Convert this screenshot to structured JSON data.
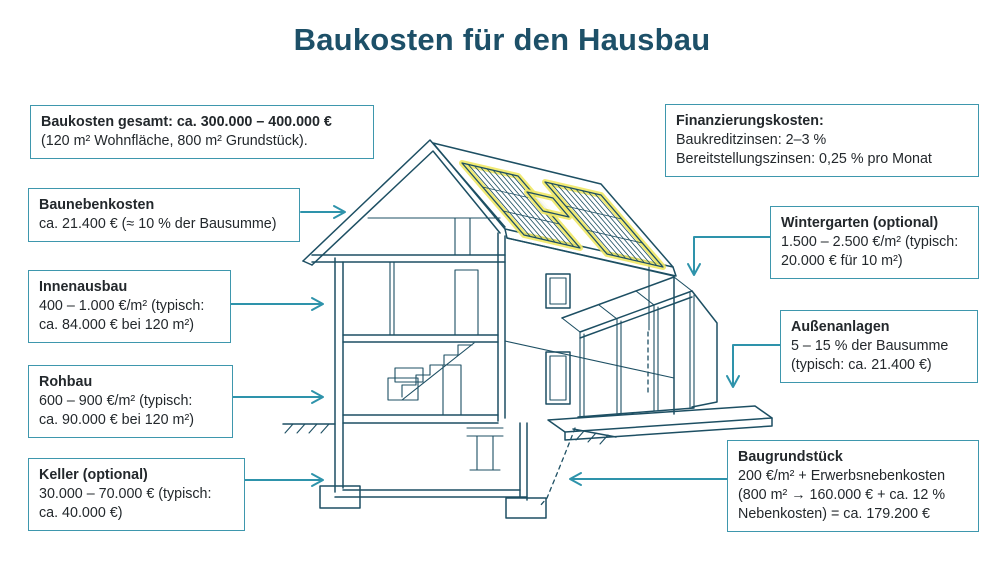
{
  "title": "Baukosten für den Hausbau",
  "colors": {
    "title": "#1d5068",
    "line": "#1d4f63",
    "arrow": "#2e93ab",
    "box_border": "#3e97ad",
    "glow": "#f0e866",
    "text": "#23282c"
  },
  "boxes": {
    "baukosten_gesamt": {
      "title": "Baukosten gesamt: ca. 300.000 – 400.000 €",
      "lines": [
        "(120 m² Wohnfläche, 800 m² Grundstück)."
      ]
    },
    "baunebenkosten": {
      "title": "Baunebenkosten",
      "lines": [
        "ca. 21.400 € (≈ 10 % der Bausumme)"
      ]
    },
    "innenausbau": {
      "title": "Innenausbau",
      "lines": [
        "400 – 1.000 €/m² (typisch:",
        "ca. 84.000 € bei 120 m²)"
      ]
    },
    "rohbau": {
      "title": "Rohbau",
      "lines": [
        "600 – 900 €/m² (typisch:",
        "ca. 90.000 € bei 120 m²)"
      ]
    },
    "keller": {
      "title": "Keller (optional)",
      "lines": [
        "30.000 – 70.000 € (typisch:",
        "ca. 40.000 €)"
      ]
    },
    "finanzierungskosten": {
      "title": "Finanzierungskosten:",
      "lines": [
        "Baukreditzinsen: 2–3 %",
        "Bereitstellungszinsen: 0,25 % pro Monat"
      ]
    },
    "wintergarten": {
      "title": "Wintergarten (optional)",
      "lines": [
        "1.500 – 2.500 €/m² (typisch:",
        "20.000 € für 10 m²)"
      ]
    },
    "aussenanlagen": {
      "title": "Außenanlagen",
      "lines": [
        "5 – 15 % der Bausumme",
        "(typisch: ca. 21.400 €)"
      ]
    },
    "baugrundstueck": {
      "title": "Baugrundstück",
      "lines": [
        "200 €/m² + Erwerbsnebenkosten",
        "(800 m² → 160.000 € + ca. 12 %",
        "Nebenkosten) = ca. 179.200 €"
      ]
    }
  }
}
